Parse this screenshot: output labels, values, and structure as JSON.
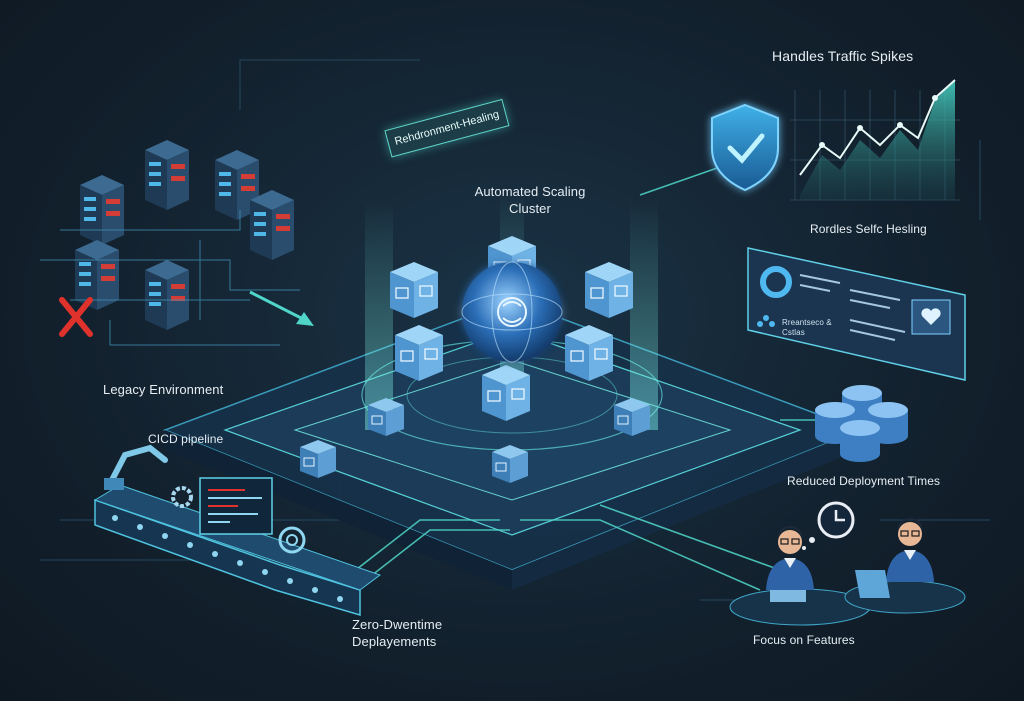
{
  "labels": {
    "traffic": "Handles Traffic Spikes",
    "self_healing": "Rordles Selfc Hesling",
    "cluster_line1": "Automated Scaling",
    "cluster_line2": "Cluster",
    "tag": "Rehdronment-Healing",
    "legacy": "Legacy Environment",
    "cicd": "CICD pipeline",
    "zero_line1": "Zero-Dwentime",
    "zero_line2": "Deplayements",
    "reduced": "Reduced Deployment Times",
    "focus": "Focus on Features",
    "panel_line1": "Rreantseco &",
    "panel_line2": "Cstlas"
  },
  "colors": {
    "accent": "#4fd6c8",
    "cube": "#6fb6e8",
    "alert": "#e0322c",
    "server": "#2b4a66"
  },
  "icons": [
    "shield-check-icon",
    "clock-icon",
    "globe-icon",
    "robot-arm-icon",
    "gear-icon",
    "heart-icon"
  ]
}
